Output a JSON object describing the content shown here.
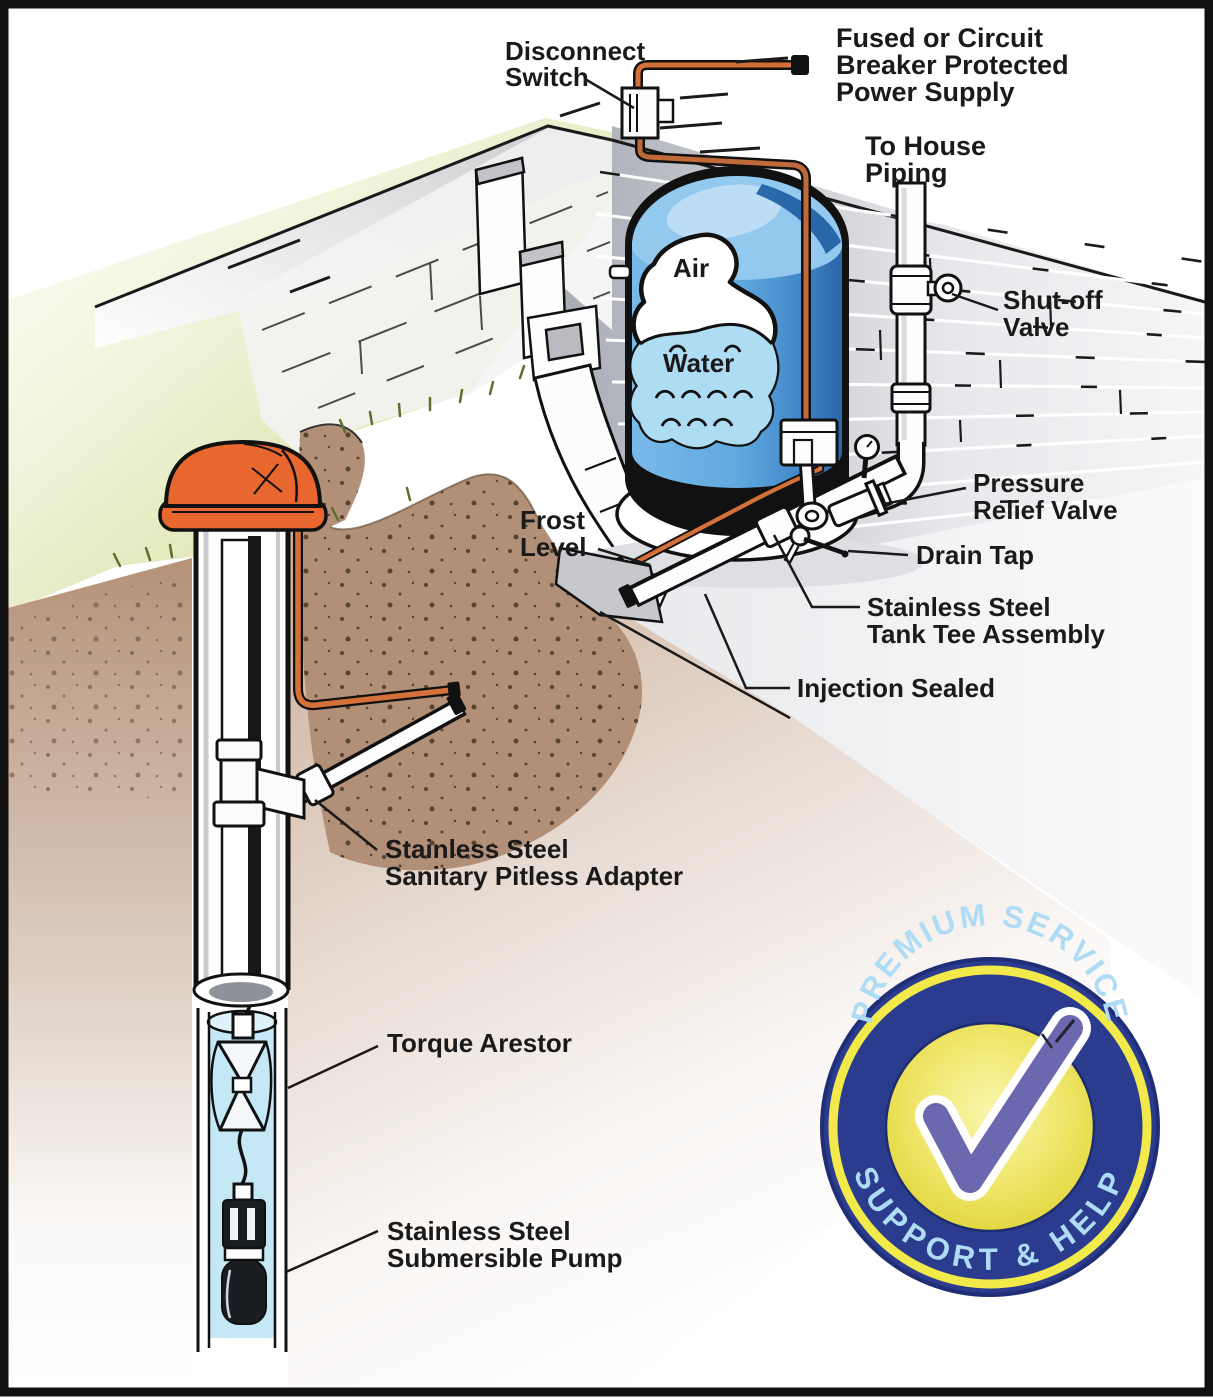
{
  "diagram_title": "Submersible well pump and pressure tank installation diagram",
  "labels": {
    "disconnect_switch": [
      "Disconnect",
      "Switch"
    ],
    "power_supply": [
      "Fused or Circuit",
      "Breaker Protected",
      "Power Supply"
    ],
    "to_house_piping": [
      "To House",
      "Piping"
    ],
    "shut_off_valve": [
      "Shut-off",
      "Valve"
    ],
    "frost_level": [
      "Frost",
      "Level"
    ],
    "pressure_relief_valve": [
      "Pressure",
      "Relief Valve"
    ],
    "drain_tap": "Drain Tap",
    "tank_tee": [
      "Stainless Steel",
      "Tank Tee Assembly"
    ],
    "injection_sealed": "Injection Sealed",
    "pitless_adapter": [
      "Stainless Steel",
      "Sanitary Pitless Adapter"
    ],
    "torque_arestor": "Torque Arestor",
    "submersible_pump": [
      "Stainless Steel",
      "Submersible Pump"
    ],
    "tank_air": "Air",
    "tank_water": "Water"
  },
  "badge": {
    "top_text": "PREMIUM SERVICE",
    "bottom_text": "SUPPORT & HELP"
  },
  "colors": {
    "cap_orange": "#E8672E",
    "cable_orange": "#D4713B",
    "tank_blue": "#6FAEE2",
    "tank_dome": "#93C8EF",
    "tank_shadow": "#2E6DAD",
    "cutaway_water": "#AEDCF2",
    "well_water": "#C5E8F7",
    "wall_gray": "#B4B7BF",
    "grass_green": "#D6DCA4",
    "dirt_brown": "#B28F77",
    "badge_navy": "#2B3B8E",
    "badge_yellow": "#F2E94A",
    "badge_text_blue": "#AEDCF4",
    "check_purple": "#6B68B0",
    "line_black": "#1A1A1A"
  }
}
